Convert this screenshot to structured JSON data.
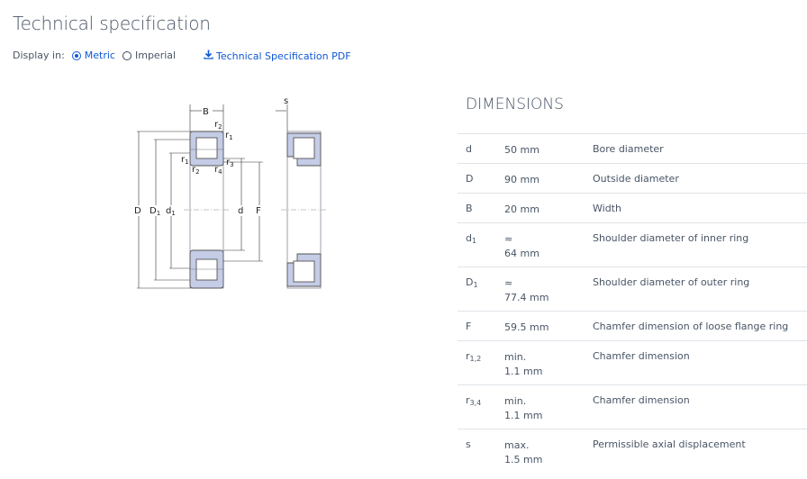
{
  "page": {
    "title": "Technical specification"
  },
  "units": {
    "label": "Display in:",
    "options": [
      {
        "label": "Metric",
        "selected": true
      },
      {
        "label": "Imperial",
        "selected": false
      }
    ]
  },
  "pdf_link": {
    "label": "Technical Specification PDF",
    "icon": "download-icon"
  },
  "drawing_labels": {
    "B": "B",
    "s": "s",
    "r1": "r",
    "r1_sub": "1",
    "r2": "r",
    "r2_sub": "2",
    "r3": "r",
    "r3_sub": "3",
    "r4": "r",
    "r4_sub": "4",
    "D": "D",
    "D1": "D",
    "D1_sub": "1",
    "d1": "d",
    "d1_sub": "1",
    "d": "d",
    "F": "F"
  },
  "dimensions": {
    "title": "DIMENSIONS",
    "rows": [
      {
        "sym": "d",
        "sub": "",
        "val1": "50 mm",
        "val2": "",
        "desc": "Bore diameter"
      },
      {
        "sym": "D",
        "sub": "",
        "val1": "90 mm",
        "val2": "",
        "desc": "Outside diameter"
      },
      {
        "sym": "B",
        "sub": "",
        "val1": "20 mm",
        "val2": "",
        "desc": "Width"
      },
      {
        "sym": "d",
        "sub": "1",
        "val1": "≈",
        "val2": "64 mm",
        "desc": "Shoulder diameter of inner ring"
      },
      {
        "sym": "D",
        "sub": "1",
        "val1": "≈",
        "val2": "77.4 mm",
        "desc": "Shoulder diameter of outer ring"
      },
      {
        "sym": "F",
        "sub": "",
        "val1": "59.5 mm",
        "val2": "",
        "desc": "Chamfer dimension of loose flange ring"
      },
      {
        "sym": "r",
        "sub": "1,2",
        "val1": "min.",
        "val2": "1.1 mm",
        "desc": "Chamfer dimension"
      },
      {
        "sym": "r",
        "sub": "3,4",
        "val1": "min.",
        "val2": "1.1 mm",
        "desc": "Chamfer dimension"
      },
      {
        "sym": "s",
        "sub": "",
        "val1": "max.",
        "val2": "1.5 mm",
        "desc": "Permissible axial displacement"
      }
    ]
  }
}
